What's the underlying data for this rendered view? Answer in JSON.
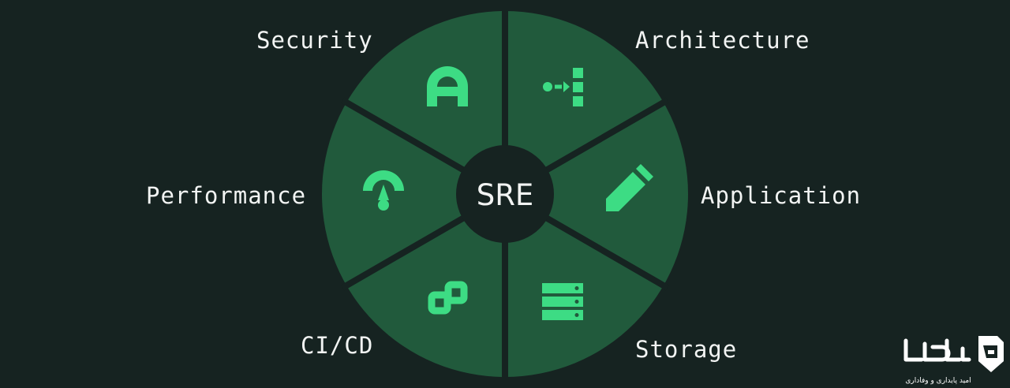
{
  "center_label": "SRE",
  "segments": [
    {
      "id": "architecture",
      "label": "Architecture",
      "icon": "architecture-flow-icon"
    },
    {
      "id": "application",
      "label": "Application",
      "icon": "pencil-icon"
    },
    {
      "id": "storage",
      "label": "Storage",
      "icon": "server-stack-icon"
    },
    {
      "id": "cicd",
      "label": "CI/CD",
      "icon": "infinity-loop-icon"
    },
    {
      "id": "performance",
      "label": "Performance",
      "icon": "gauge-icon"
    },
    {
      "id": "security",
      "label": "Security",
      "icon": "padlock-icon"
    }
  ],
  "colors": {
    "background": "#162321",
    "segment_fill": "#215a3c",
    "divider": "#162321",
    "icon": "#3ddc84",
    "center_fill": "#162321",
    "label_text": "#f2f4f3"
  },
  "watermark": {
    "logo_text": "دیتا",
    "tagline": "امید پایداری و وفاداری"
  }
}
